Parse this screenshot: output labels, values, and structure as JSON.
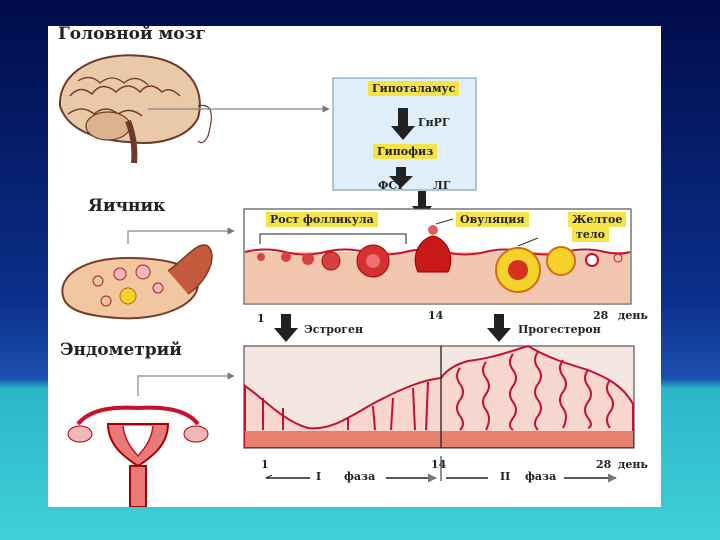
{
  "labels": {
    "brain": "Головной мозг",
    "hypothalamus": "Гипоталамус",
    "gnrg": "ГнРГ",
    "pituitary": "Гипофиз",
    "fsg": "ФСГ",
    "lg": "ЛГ",
    "ovary": "Яичник",
    "follicle_growth": "Рост фолликула",
    "ovulation": "Овуляция",
    "corpus_luteum_1": "Желтое",
    "corpus_luteum_2": "тело",
    "day_1": "1",
    "day_14": "14",
    "day_28": "28",
    "day_unit": "день",
    "estrogen": "Эстроген",
    "progesterone": "Прогестерон",
    "endometrium": "Эндометрий",
    "phase_1_num": "I",
    "phase_2_num": "II",
    "phase_word": "фаза"
  },
  "colors": {
    "accent_red": "#c8102e",
    "follicle_yellow": "#f4d22a",
    "label_yellow": "#f6e34a",
    "hormone_box": "#dfeef8"
  }
}
